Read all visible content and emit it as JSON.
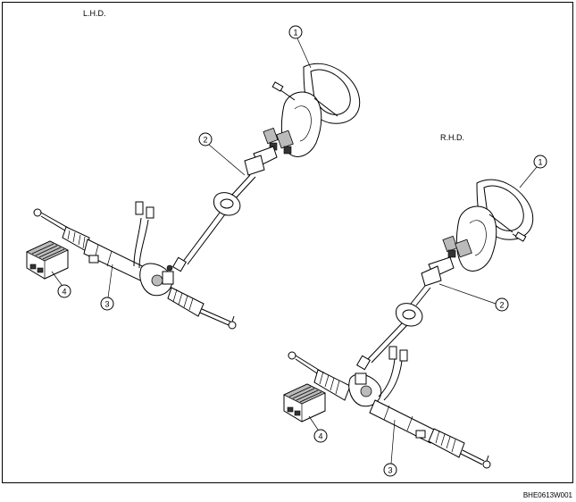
{
  "labels": {
    "lhd": "L.H.D.",
    "rhd": "R.H.D.",
    "code": "BHE0613W001"
  },
  "callouts": {
    "c1": "1",
    "c2": "2",
    "c3": "3",
    "c4": "4"
  },
  "icons": {
    "steering_wheel": "steering-wheel-icon",
    "column": "steering-column-icon",
    "gear": "steering-gear-icon",
    "module": "control-module-icon"
  }
}
